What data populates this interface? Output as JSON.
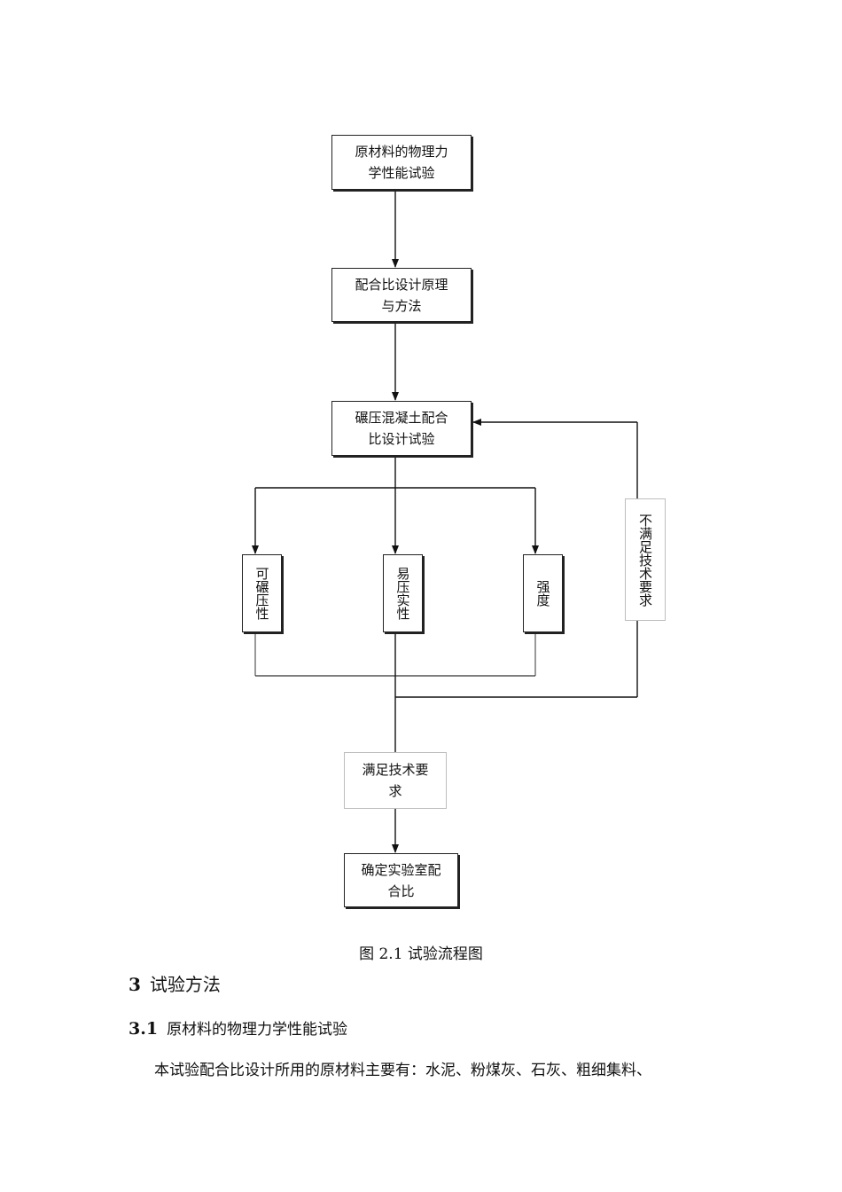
{
  "flowchart": {
    "box1": {
      "line1": "原材料的物理力",
      "line2": "学性能试验"
    },
    "box2": {
      "line1": "配合比设计原理",
      "line2": "与方法"
    },
    "box3": {
      "line1": "碾压混凝土配合",
      "line2": "比设计试验"
    },
    "test_compactability": "可碾压性",
    "test_compaction_ease": "易压实性",
    "test_strength": "强度",
    "fail_label": "不满足技术要求",
    "pass_box": {
      "line1": "满足技术要",
      "line2": "求"
    },
    "final_box": {
      "line1": "确定实验室配",
      "line2": "合比"
    }
  },
  "caption": "图 2.1  试验流程图",
  "section": {
    "number": "3",
    "title": "试验方法"
  },
  "subsection": {
    "number": "3.1",
    "title": "原材料的物理力学性能试验"
  },
  "paragraph": "本试验配合比设计所用的原材料主要有：水泥、粉煤灰、石灰、粗细集料、"
}
